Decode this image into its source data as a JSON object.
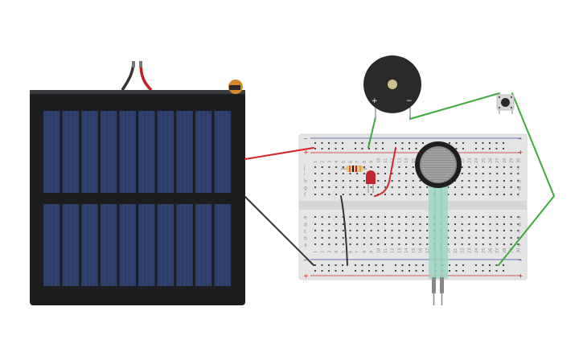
{
  "canvas": {
    "background": "#ffffff"
  },
  "components": {
    "solar_panel": {
      "frame_color": "#1c1d1f",
      "cell_color": "#2c3f6b",
      "cell_columns": 10,
      "cell_rows": 2
    },
    "buzzer": {
      "body_color": "#2a2a2a",
      "center_color": "#cdbf8e",
      "plus_label": "+",
      "minus_label": "−"
    },
    "pushbutton": {
      "body_color": "#d8d8d8"
    },
    "resistor": {
      "body_color": "#e8c48a",
      "bands": [
        "#d2691e",
        "#1a1a1a",
        "#c81e1e",
        "#d4af37"
      ]
    },
    "led": {
      "color": "#c0262d"
    },
    "force_sensor": {
      "ring_color": "#1f1f1f",
      "pad_color": "#8e8e8e",
      "tail_color": "#9fd6c4"
    }
  },
  "breadboard": {
    "body_color": "#e5e5e5",
    "rail_plus_label": "+",
    "rail_minus_label": "−",
    "rail_red": "#d0262d",
    "rail_blue": "#3b4b9a",
    "row_letters_top": [
      "j",
      "i",
      "h",
      "g",
      "f"
    ],
    "row_letters_bottom": [
      "e",
      "d",
      "c",
      "b",
      "a"
    ],
    "column_numbers": [
      "1",
      "2",
      "3",
      "4",
      "5",
      "6",
      "7",
      "8",
      "9",
      "10",
      "11",
      "12",
      "13",
      "14",
      "15",
      "16",
      "17",
      "18",
      "19",
      "20",
      "21",
      "22",
      "23",
      "24",
      "25",
      "26",
      "27",
      "28",
      "29",
      "30"
    ]
  },
  "wires": {
    "red": "#d6262b",
    "black": "#333333",
    "green": "#3caa3c"
  }
}
